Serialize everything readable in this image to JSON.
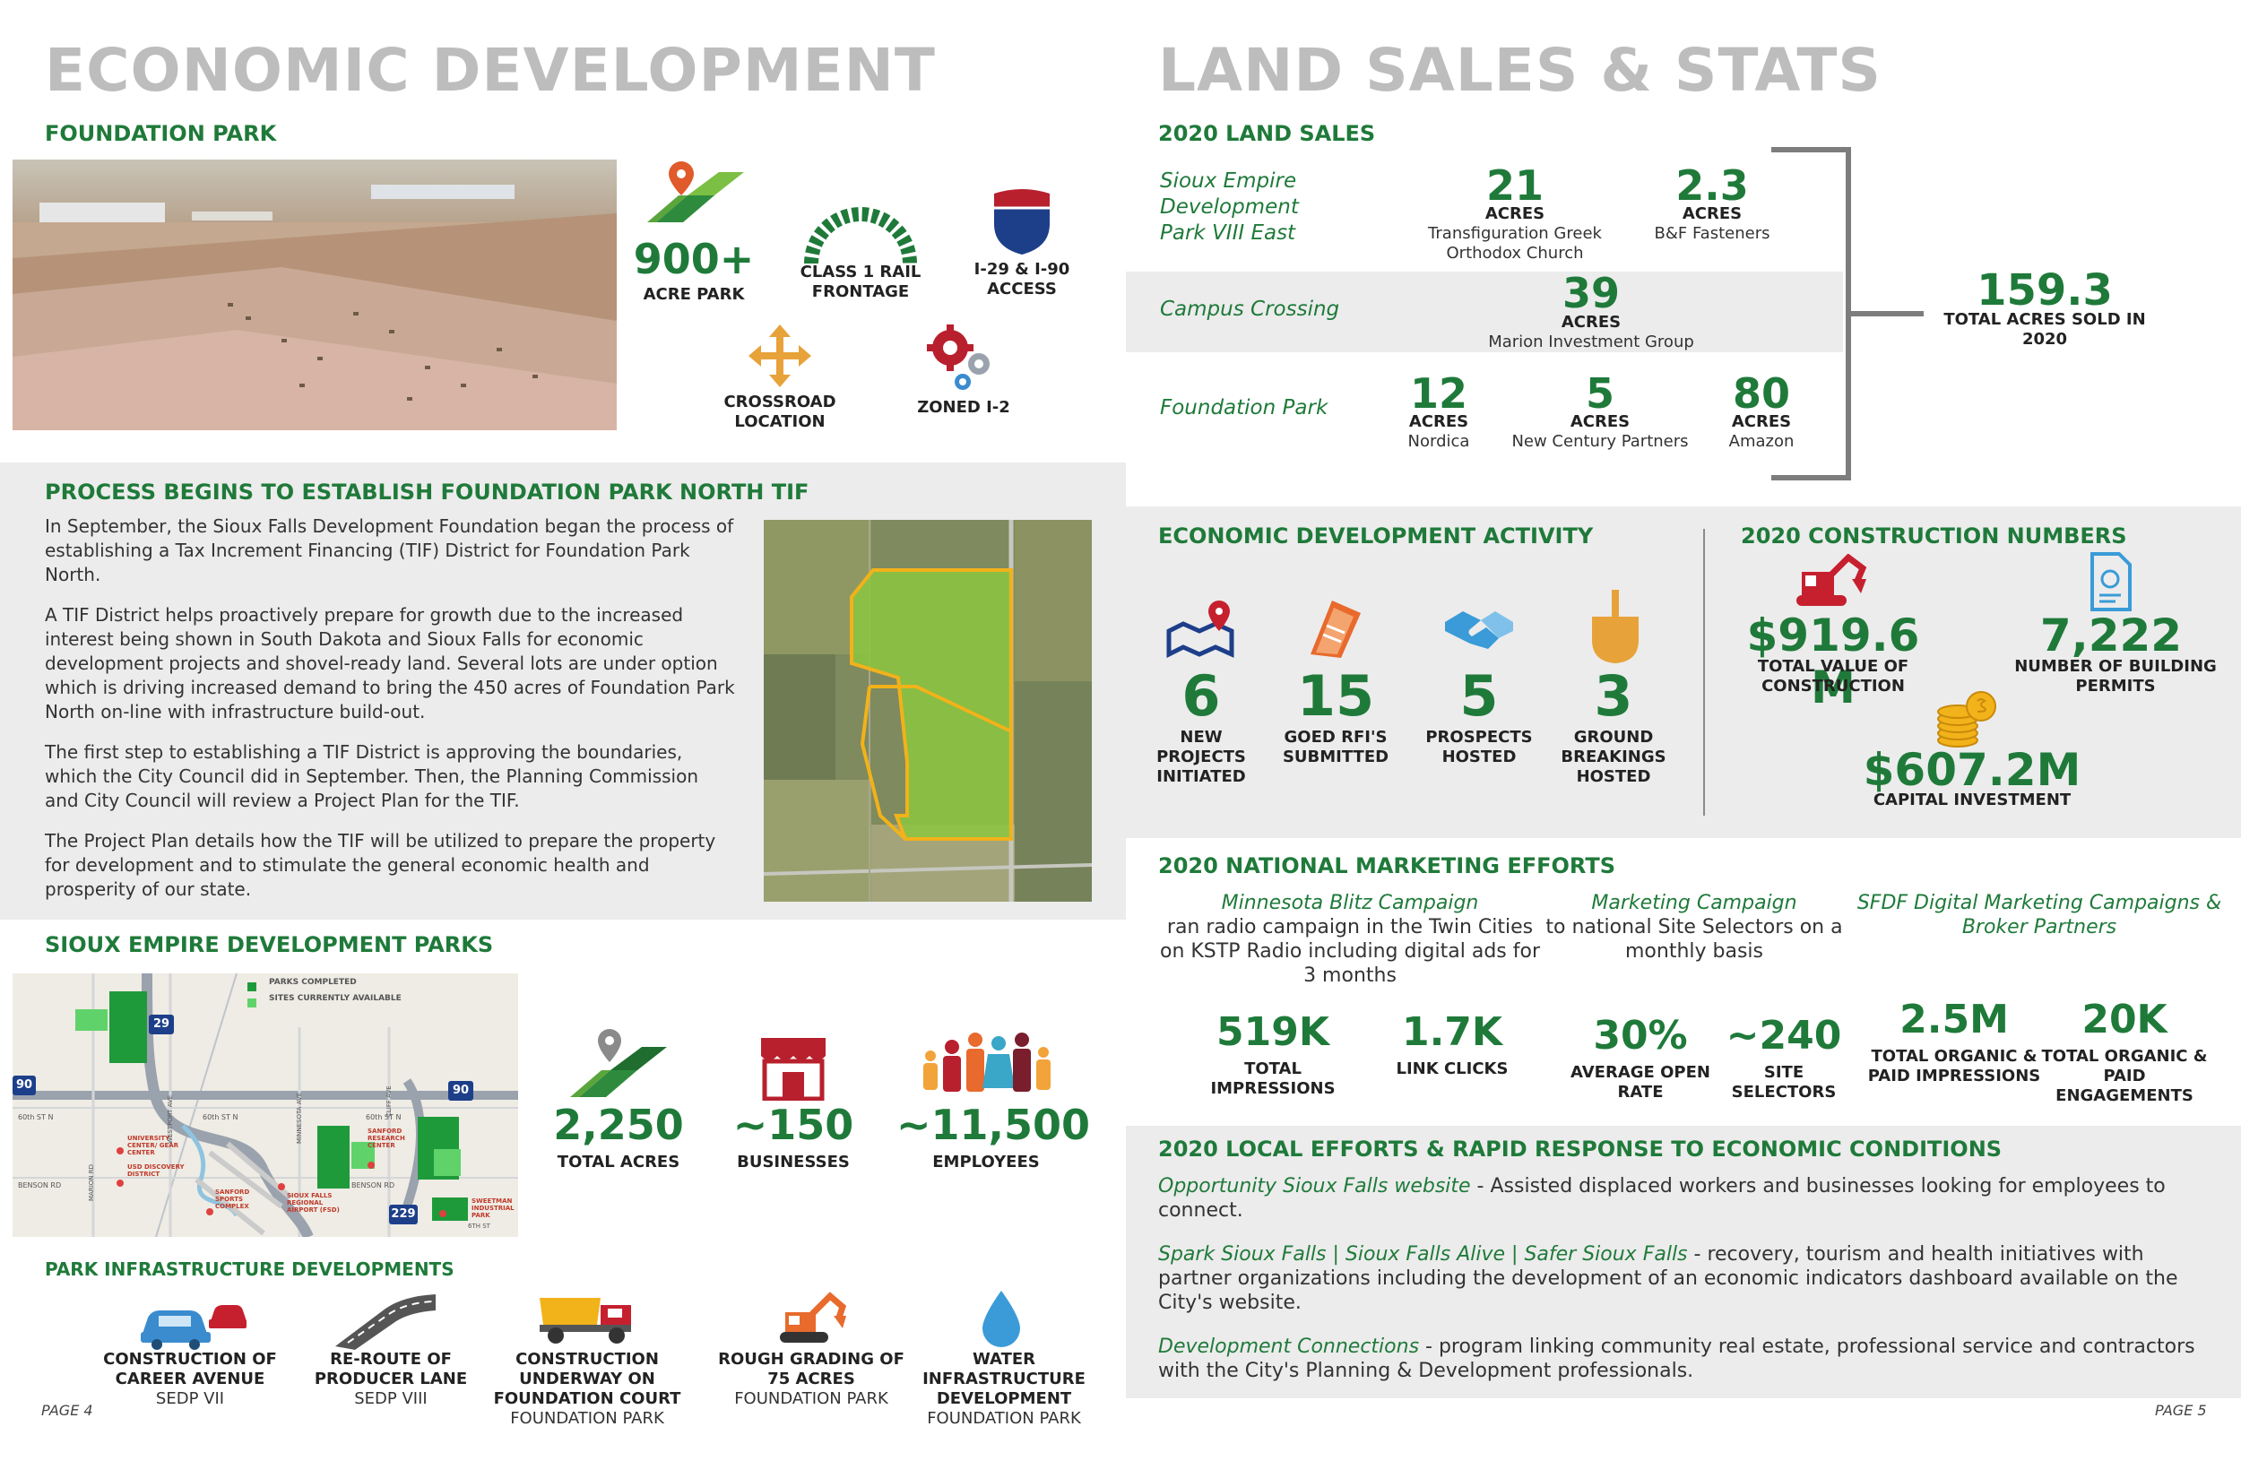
{
  "left": {
    "title": "ECONOMIC DEVELOPMENT",
    "foundation_park": {
      "heading": "FOUNDATION PARK",
      "stats": [
        {
          "value": "900+",
          "label": "ACRE PARK"
        },
        {
          "label": "CLASS 1 RAIL FRONTAGE"
        },
        {
          "label": "I-29 & I-90 ACCESS"
        },
        {
          "label": "CROSSROAD LOCATION"
        },
        {
          "label": "ZONED I-2"
        }
      ]
    },
    "tif": {
      "heading": "PROCESS BEGINS TO ESTABLISH FOUNDATION PARK NORTH TIF",
      "paragraphs": [
        "In September, the Sioux Falls Development Foundation began the process of establishing a Tax Increment Financing (TIF) District for Foundation Park North.",
        "A TIF District helps proactively prepare for growth due to the increased interest being shown in South Dakota and Sioux Falls for economic development projects and shovel-ready land. Several lots are under option which is driving increased demand to bring the 450 acres of Foundation Park North on-line with infrastructure build-out.",
        "The first step to establishing a TIF District is approving the boundaries, which the City Council did in September. Then, the Planning Commission and City Council will review a Project Plan for the TIF.",
        "The Project Plan details how the TIF will be utilized to prepare the property for development and to stimulate the general economic health and prosperity of our state."
      ]
    },
    "parks": {
      "heading": "SIOUX EMPIRE DEVELOPMENT PARKS",
      "legend": [
        "PARKS COMPLETED",
        "SITES CURRENTLY AVAILABLE"
      ],
      "map_labels": {
        "i29": "29",
        "i90a": "90",
        "i90b": "90",
        "i229": "229",
        "s60a": "60th ST N",
        "s60b": "60th ST N",
        "s60c": "60th ST N",
        "benson_a": "BENSON RD",
        "benson_b": "BENSON RD",
        "univ": "UNIVERSITY CENTER/ GEAR CENTER",
        "usd": "USD DISCOVERY DISTRICT",
        "sanford": "SANFORD SPORTS COMPLEX",
        "airport": "SIOUX FALLS REGIONAL AIRPORT (FSD)",
        "sweetman": "SWEETMAN INDUSTRIAL PARK",
        "sanford2": "SANFORD RESEARCH CENTER",
        "marion": "MARION RD",
        "westport": "WESTPORT AVE",
        "minnesota": "MINNESOTA AVE",
        "cliff": "CLIFF AVE",
        "sixth": "6TH ST"
      },
      "stats": [
        {
          "value": "2,250",
          "label": "TOTAL ACRES"
        },
        {
          "value": "~150",
          "label": "BUSINESSES"
        },
        {
          "value": "~11,500",
          "label": "EMPLOYEES"
        }
      ]
    },
    "infrastructure": {
      "heading": "PARK INFRASTRUCTURE DEVELOPMENTS",
      "items": [
        {
          "title": "CONSTRUCTION OF CAREER AVENUE",
          "sub": "SEDP VII"
        },
        {
          "title": "RE-ROUTE OF PRODUCER LANE",
          "sub": "SEDP VIII"
        },
        {
          "title": "CONSTRUCTION UNDERWAY ON FOUNDATION COURT",
          "sub": "FOUNDATION PARK"
        },
        {
          "title": "ROUGH GRADING OF 75 ACRES",
          "sub": "FOUNDATION PARK"
        },
        {
          "title": "WATER INFRASTRUCTURE DEVELOPMENT",
          "sub": "FOUNDATION PARK"
        }
      ]
    },
    "page": "PAGE 4"
  },
  "right": {
    "title": "LAND SALES & STATS",
    "land_sales": {
      "heading": "2020 LAND SALES",
      "rows": [
        {
          "park": "Sioux Empire Development Park VIII East",
          "sales": [
            {
              "acres": "21",
              "unit": "ACRES",
              "buyer": "Transfiguration Greek Orthodox Church"
            },
            {
              "acres": "2.3",
              "unit": "ACRES",
              "buyer": "B&F Fasteners"
            }
          ]
        },
        {
          "park": "Campus Crossing",
          "sales": [
            {
              "acres": "39",
              "unit": "ACRES",
              "buyer": "Marion Investment Group"
            }
          ]
        },
        {
          "park": "Foundation Park",
          "sales": [
            {
              "acres": "12",
              "unit": "ACRES",
              "buyer": "Nordica"
            },
            {
              "acres": "5",
              "unit": "ACRES",
              "buyer": "New Century Partners"
            },
            {
              "acres": "80",
              "unit": "ACRES",
              "buyer": "Amazon"
            }
          ]
        }
      ],
      "total_value": "159.3",
      "total_label": "TOTAL ACRES SOLD IN 2020"
    },
    "activity": {
      "heading": "ECONOMIC DEVELOPMENT ACTIVITY",
      "items": [
        {
          "value": "6",
          "label": "NEW PROJECTS INITIATED"
        },
        {
          "value": "15",
          "label": "GOED RFI'S SUBMITTED"
        },
        {
          "value": "5",
          "label": "PROSPECTS HOSTED"
        },
        {
          "value": "3",
          "label": "GROUND BREAKINGS HOSTED"
        }
      ]
    },
    "construction": {
      "heading": "2020 CONSTRUCTION NUMBERS",
      "total_value": "$919.6 M",
      "total_label": "TOTAL VALUE OF CONSTRUCTION",
      "permits_value": "7,222",
      "permits_label": "NUMBER OF BUILDING PERMITS",
      "capital_value": "$607.2M",
      "capital_label": "CAPITAL INVESTMENT"
    },
    "marketing": {
      "heading": "2020 NATIONAL MARKETING EFFORTS",
      "campaigns": [
        {
          "name": "Minnesota Blitz Campaign",
          "desc": "ran radio campaign in the Twin Cities on KSTP Radio including digital ads for 3 months"
        },
        {
          "name": "Marketing Campaign",
          "desc": "to national Site Selectors on a monthly basis"
        },
        {
          "name": "SFDF Digital Marketing Campaigns & Broker Partners",
          "desc": ""
        }
      ],
      "stats": [
        {
          "value": "519K",
          "label": "TOTAL IMPRESSIONS"
        },
        {
          "value": "1.7K",
          "label": "LINK CLICKS"
        },
        {
          "value": "30%",
          "label": "AVERAGE OPEN RATE"
        },
        {
          "value": "~240",
          "label": "SITE SELECTORS"
        },
        {
          "value": "2.5M",
          "label": "TOTAL ORGANIC & PAID IMPRESSIONS"
        },
        {
          "value": "20K",
          "label": "TOTAL ORGANIC & PAID ENGAGEMENTS"
        }
      ]
    },
    "local": {
      "heading": "2020 LOCAL EFFORTS & RAPID RESPONSE TO ECONOMIC CONDITIONS",
      "items": [
        {
          "lead": "Opportunity Sioux Falls website",
          "text": " - Assisted displaced workers and businesses looking for employees to connect."
        },
        {
          "lead": "Spark Sioux Falls  |  Sioux Falls Alive  |  Safer Sioux Falls",
          "text": " - recovery, tourism and health initiatives with partner organizations including the development of an economic indicators dashboard available on the City's website."
        },
        {
          "lead": "Development Connections",
          "text": " - program linking community real estate, professional service and contractors with the City's Planning & Development professionals."
        }
      ]
    },
    "page": "PAGE 5"
  },
  "colors": {
    "green": "#1f7a3a",
    "grey_title": "#bdbdbd",
    "band": "#ececec",
    "red": "#b8202e",
    "orange": "#e8a23a"
  }
}
